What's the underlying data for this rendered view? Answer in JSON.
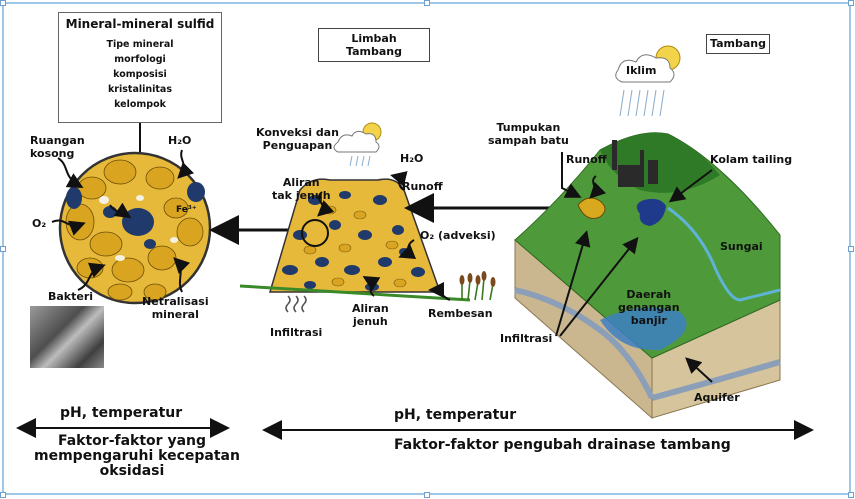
{
  "mineral_box": {
    "title": "Mineral-mineral sulfid",
    "items": [
      "Tipe mineral",
      "morfologi",
      "komposisi",
      "kristalinitas",
      "kelompok"
    ]
  },
  "labels": {
    "ruangan_kosong": "Ruangan\nkosong",
    "h2o_left": "H₂O",
    "o2_left": "O₂",
    "fe": "Fe³⁺",
    "bakteri": "Bakteri",
    "netralisasi": "Netralisasi\nmineral",
    "limbah_tambang": "Limbah\nTambang",
    "konveksi": "Konveksi dan\nPenguapan",
    "h2o_mid": "H₂O",
    "aliran_tak_jenuh": "Aliran\ntak jenuh",
    "runoff_mid": "Runoff",
    "o2_adveksi": "O₂ (adveksi)",
    "aliran_jenuh": "Aliran\njenuh",
    "rembesan": "Rembesan",
    "infiltrasi_mid": "Infiltrasi",
    "tambang": "Tambang",
    "iklim": "Iklim",
    "tumpukan": "Tumpukan\nsampah batu",
    "runoff_right": "Runoff",
    "kolam_tailing": "Kolam tailing",
    "sungai": "Sungai",
    "daerah_genangan": "Daerah\ngenangan\nbanjir",
    "infiltrasi_right": "Infiltrasi",
    "aquifer": "Aquifer"
  },
  "factors": {
    "left_top": "pH, temperatur",
    "left_bottom": "Faktor-faktor yang\nmempengaruhi kecepatan\noksidasi",
    "right_top": "pH, temperatur",
    "right_bottom": "Faktor-faktor pengubah drainase tambang"
  }
}
